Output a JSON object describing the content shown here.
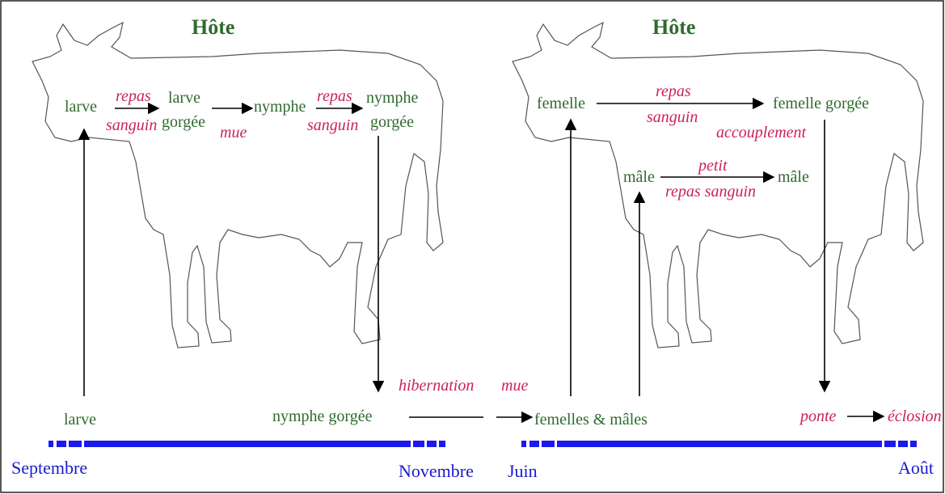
{
  "colors": {
    "host_title": "#2f6b2f",
    "stage_text": "#2f6b2f",
    "event_text": "#cc2255",
    "month_text": "#1a1acc",
    "timeline_bar": "#1a1aee",
    "arrows": "#000000"
  },
  "left_panel": {
    "title": "Hôte",
    "stages": {
      "larve": "larve",
      "larve_gorgee_1": "larve",
      "larve_gorgee_2": "gorgée",
      "nymphe": "nymphe",
      "nymphe_gorgee_1": "nymphe",
      "nymphe_gorgee_2": "gorgée"
    },
    "events": {
      "repas1_a": "repas",
      "repas1_b": "sanguin",
      "mue": "mue",
      "repas2_a": "repas",
      "repas2_b": "sanguin"
    }
  },
  "right_panel": {
    "title": "Hôte",
    "stages": {
      "femelle": "femelle",
      "femelle_gorgee": "femelle gorgée",
      "male": "mâle",
      "male_2": "mâle"
    },
    "events": {
      "repas_a": "repas",
      "repas_b": "sanguin",
      "accouplement": "accouplement",
      "petit": "petit",
      "petit_repas": "repas sanguin"
    }
  },
  "bottom": {
    "larve": "larve",
    "nymphe_gorgee": "nymphe gorgée",
    "hibernation": "hibernation",
    "mue": "mue",
    "femelles_males": "femelles & mâles",
    "ponte": "ponte",
    "eclosion": "éclosion"
  },
  "timeline": {
    "left_start": "Septembre",
    "left_end": "Novembre",
    "right_start": "Juin",
    "right_end": "Août"
  }
}
